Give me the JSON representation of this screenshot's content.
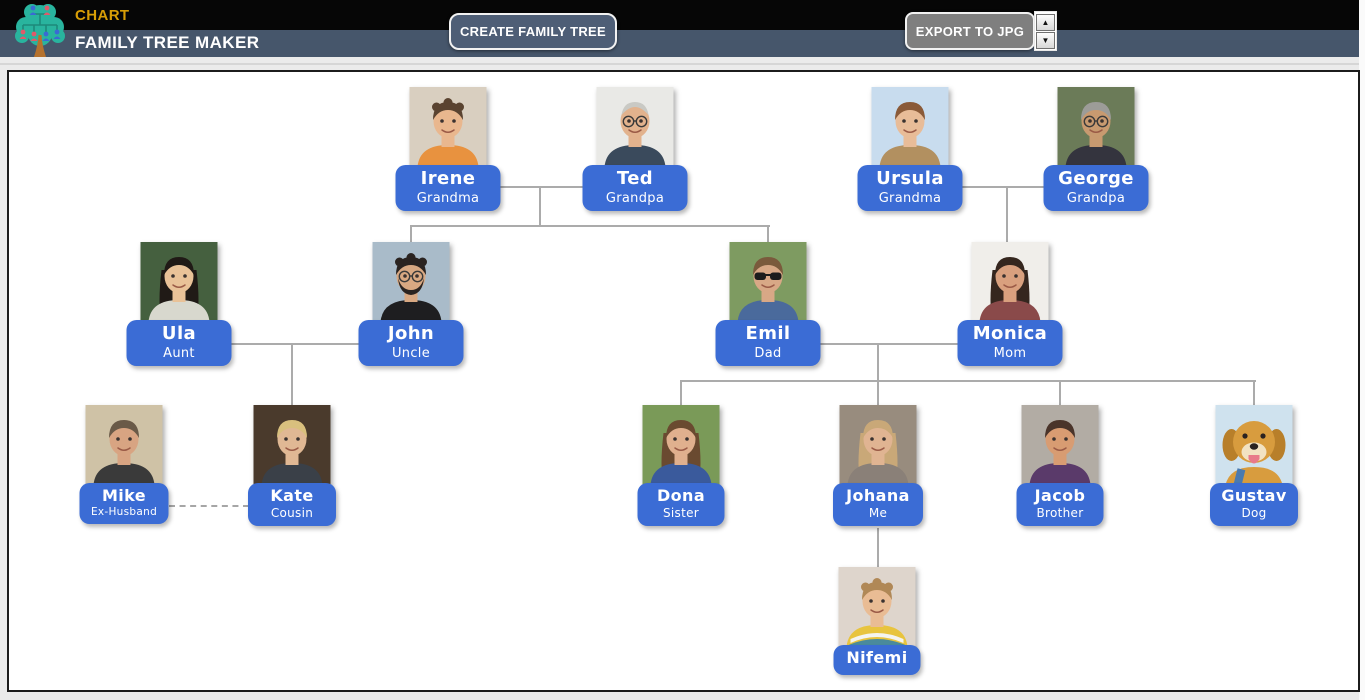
{
  "header": {
    "tag": "CHART",
    "title": "FAMILY TREE MAKER",
    "create_button_label": "CREATE FAMILY TREE",
    "export_button_label": "EXPORT TO JPG",
    "spinner_up_icon": "▲",
    "spinner_down_icon": "▼",
    "logo_icon": "family-tree-logo",
    "colors": {
      "tag_text": "#D89E06",
      "bar": "#46566B",
      "create_button": "#4E5E76",
      "export_button": "#7F7F7F"
    }
  },
  "chart": {
    "colors": {
      "label_bg": "#3B6CD5",
      "label_text": "#FFFFFF",
      "connector": "#ABABAB"
    },
    "people": [
      {
        "id": "irene",
        "name": "Irene",
        "relation": "Grandma",
        "avatar": {
          "bg": "#D9CFC0",
          "hair": "#5A4330",
          "skin": "#E9B78E",
          "shirt": "#E8923F",
          "hair_style": "curly"
        }
      },
      {
        "id": "ted",
        "name": "Ted",
        "relation": "Grandpa",
        "avatar": {
          "bg": "#E9E9E6",
          "hair": "#C9C9C4",
          "skin": "#E2B28D",
          "shirt": "#3A4A5C",
          "hair_style": "bald",
          "glasses": true
        }
      },
      {
        "id": "ursula",
        "name": "Ursula",
        "relation": "Grandma",
        "avatar": {
          "bg": "#C8DCEE",
          "hair": "#8A5A38",
          "skin": "#E8BC98",
          "shirt": "#B29060",
          "hair_style": "short"
        }
      },
      {
        "id": "george",
        "name": "George",
        "relation": "Grandpa",
        "avatar": {
          "bg": "#6B7B58",
          "hair": "#9C9C98",
          "skin": "#C89A70",
          "shirt": "#34343E",
          "hair_style": "short",
          "glasses": true
        }
      },
      {
        "id": "ula",
        "name": "Ula",
        "relation": "Aunt",
        "avatar": {
          "bg": "#45603F",
          "hair": "#201A16",
          "skin": "#E9C298",
          "shirt": "#D8D8CE",
          "hair_style": "long"
        }
      },
      {
        "id": "john",
        "name": "John",
        "relation": "Uncle",
        "avatar": {
          "bg": "#A9BBC9",
          "hair": "#2A2320",
          "skin": "#D8A882",
          "shirt": "#1E1E20",
          "hair_style": "curly",
          "glasses": true,
          "beard": true
        }
      },
      {
        "id": "emil",
        "name": "Emil",
        "relation": "Dad",
        "avatar": {
          "bg": "#7E9B61",
          "hair": "#7A5A3C",
          "skin": "#D8A886",
          "shirt": "#4A6A9C",
          "hair_style": "short",
          "sunglasses": true
        }
      },
      {
        "id": "monica",
        "name": "Monica",
        "relation": "Mom",
        "avatar": {
          "bg": "#F0EEEA",
          "hair": "#35261E",
          "skin": "#D9A07E",
          "shirt": "#8A4A4A",
          "hair_style": "long"
        }
      },
      {
        "id": "mike",
        "name": "Mike",
        "relation": "Ex-Husband",
        "avatar": {
          "bg": "#CFC2A6",
          "hair": "#6A5A48",
          "skin": "#D8A482",
          "shirt": "#3A3A3A",
          "hair_style": "short"
        }
      },
      {
        "id": "kate",
        "name": "Kate",
        "relation": "Cousin",
        "avatar": {
          "bg": "#4A3A2C",
          "hair": "#D9C07E",
          "skin": "#E0B894",
          "shirt": "#3A4048",
          "hair_style": "short"
        }
      },
      {
        "id": "dona",
        "name": "Dona",
        "relation": "Sister",
        "avatar": {
          "bg": "#7A9A58",
          "hair": "#6A4A30",
          "skin": "#E0B08E",
          "shirt": "#3A5A9C",
          "hair_style": "long"
        }
      },
      {
        "id": "johana",
        "name": "Johana",
        "relation": "Me",
        "avatar": {
          "bg": "#988C7E",
          "hair": "#C9A878",
          "skin": "#E0B492",
          "shirt": "#8A8078",
          "hair_style": "long"
        }
      },
      {
        "id": "jacob",
        "name": "Jacob",
        "relation": "Brother",
        "avatar": {
          "bg": "#B2ACA4",
          "hair": "#4A342A",
          "skin": "#D89C72",
          "shirt": "#5A3A6A",
          "hair_style": "short"
        }
      },
      {
        "id": "gustav",
        "name": "Gustav",
        "relation": "Dog",
        "kind": "dog",
        "avatar": {
          "bg": "#CFE2EE",
          "fur": "#D89C3E"
        }
      },
      {
        "id": "nifemi",
        "name": "Nifemi",
        "relation": "",
        "avatar": {
          "bg": "#DED5CC",
          "hair": "#B08856",
          "skin": "#E9BC94",
          "shirt": "#E8C43E",
          "hair_style": "curly",
          "stripes": true
        }
      }
    ]
  }
}
